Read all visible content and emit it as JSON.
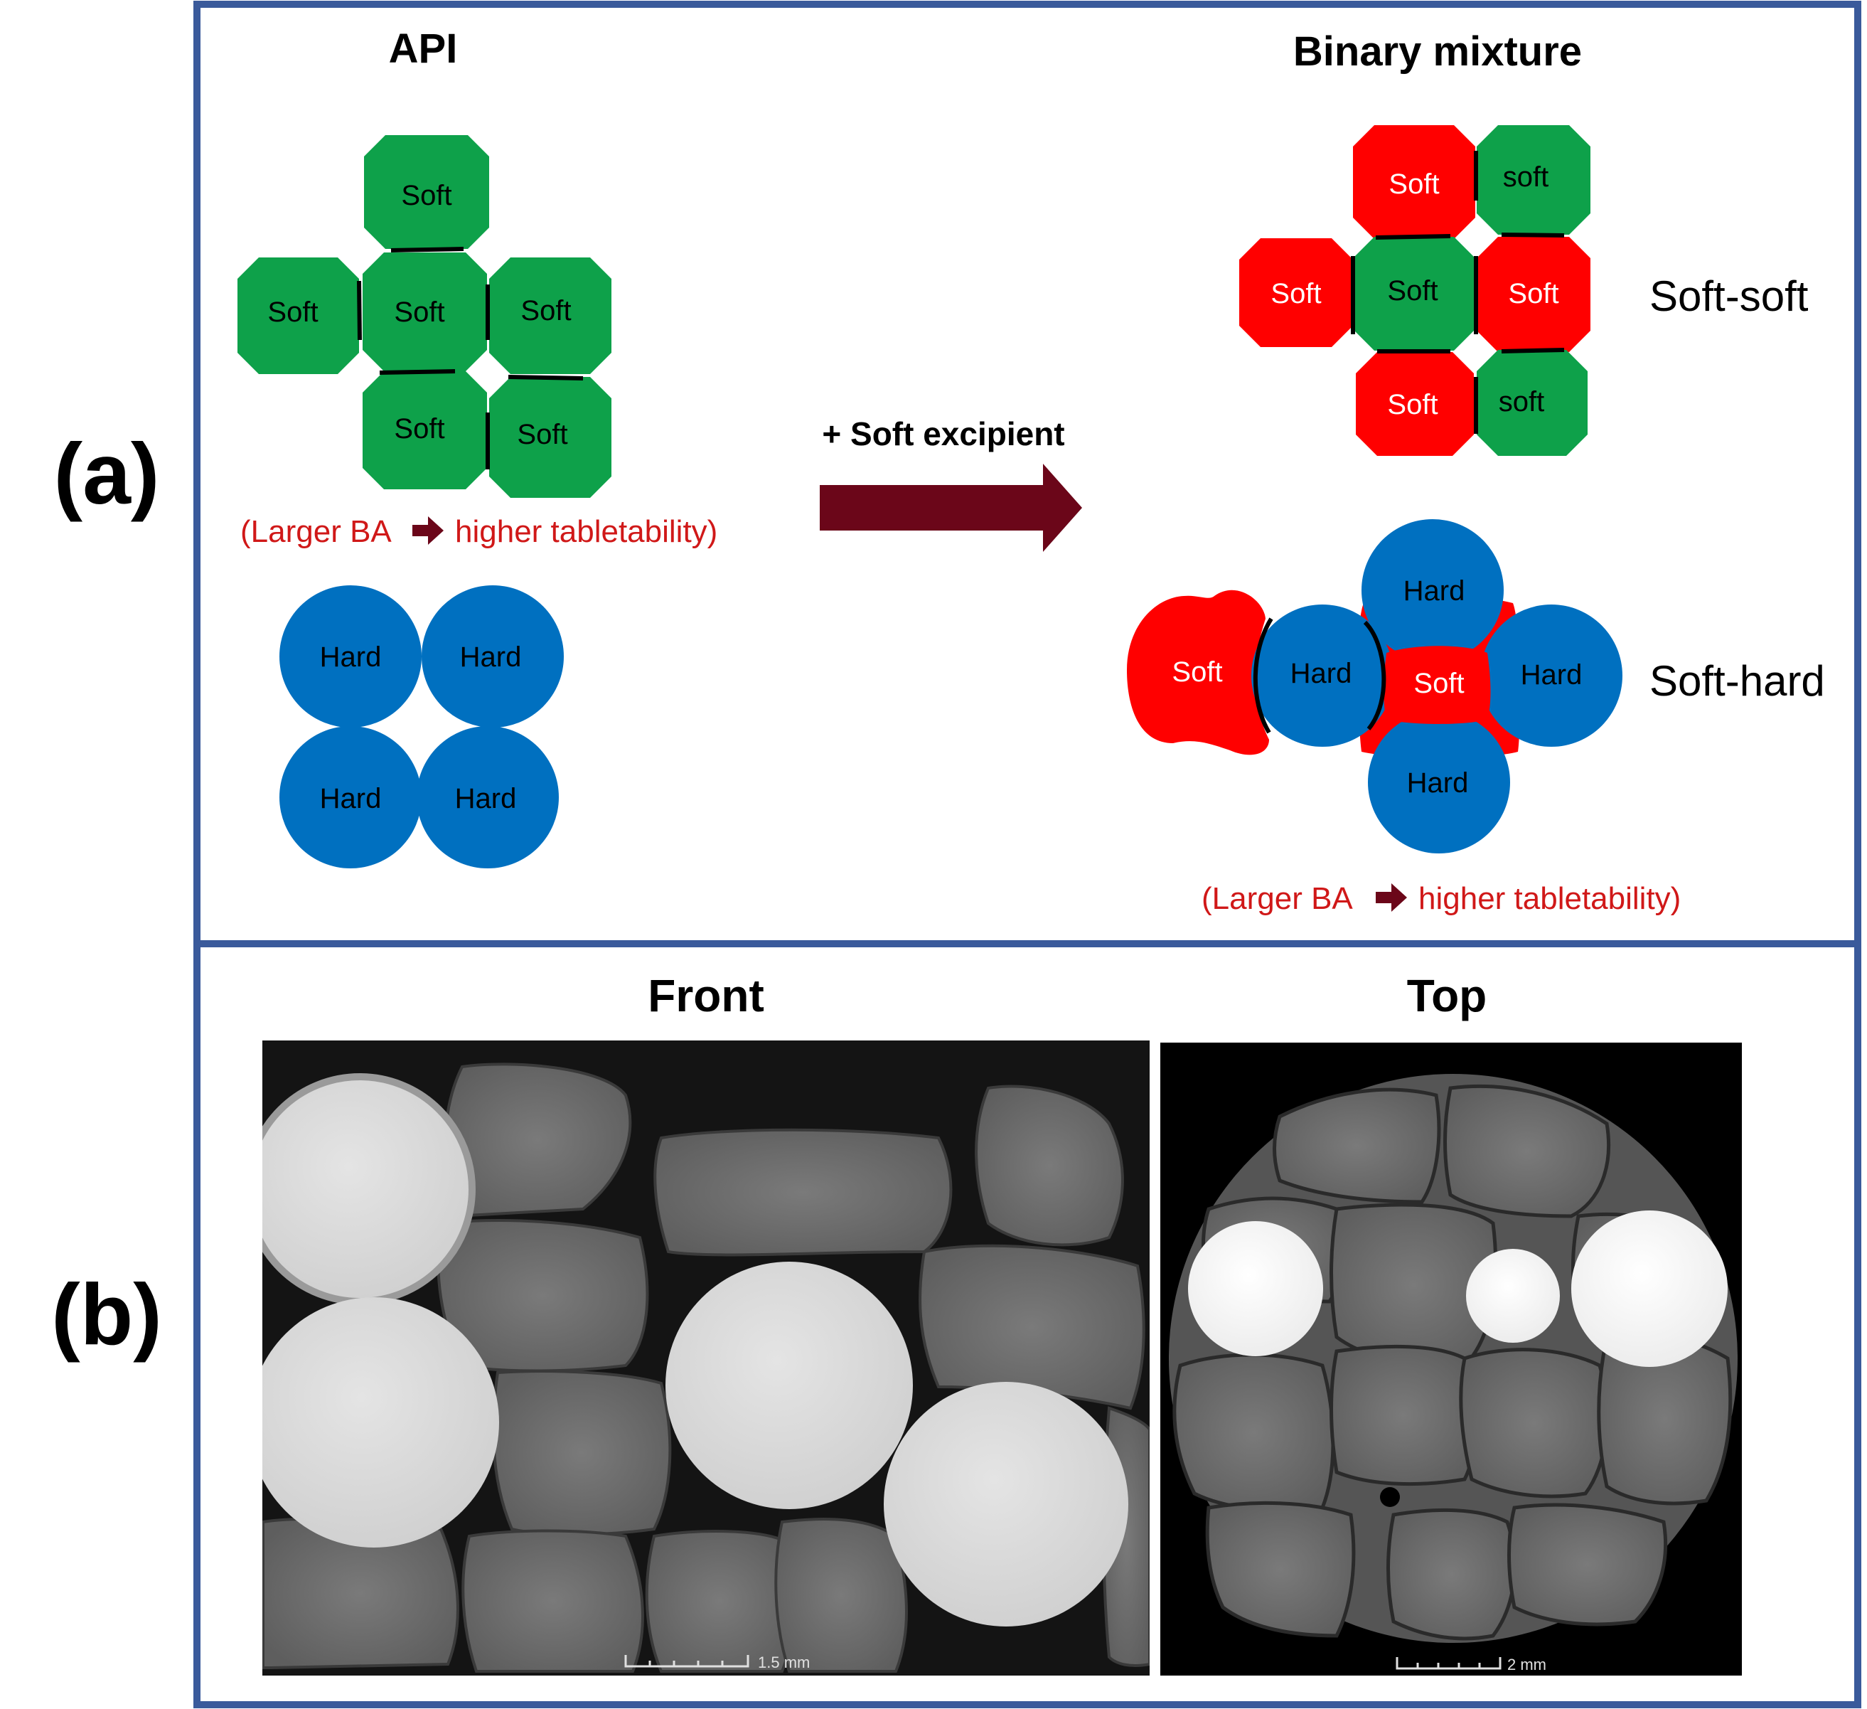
{
  "panel_a": {
    "label": "(a)",
    "api_title": "API",
    "binary_title": "Binary mixture",
    "soft_api_labels": [
      "Soft",
      "Soft",
      "Soft",
      "Soft",
      "Soft",
      "Soft"
    ],
    "hard_api_labels": [
      "Hard",
      "Hard",
      "Hard",
      "Hard"
    ],
    "caption_left_1": "(Larger BA",
    "caption_left_2": "higher tabletability)",
    "arrow_label": "+ Soft excipient",
    "soft_soft_particles": [
      "Soft",
      "soft",
      "Soft",
      "Soft",
      "Soft",
      "Soft",
      "soft"
    ],
    "soft_soft_label": "Soft-soft",
    "soft_hard_particles": [
      "Soft",
      "Hard",
      "Hard",
      "Soft",
      "Hard",
      "Hard"
    ],
    "soft_hard_label": "Soft-hard",
    "caption_right_1": "(Larger BA",
    "caption_right_2": "higher tabletability)",
    "colors": {
      "soft_api": "#0ea14a",
      "soft_excipient": "#ff0000",
      "hard": "#0070c0",
      "caption_text": "#d01818",
      "arrow": "#6b0619",
      "frame": "#3a5a9b"
    }
  },
  "panel_b": {
    "label": "(b)",
    "front_title": "Front",
    "top_title": "Top",
    "front_scale": "1.5 mm",
    "top_scale": "2 mm"
  }
}
